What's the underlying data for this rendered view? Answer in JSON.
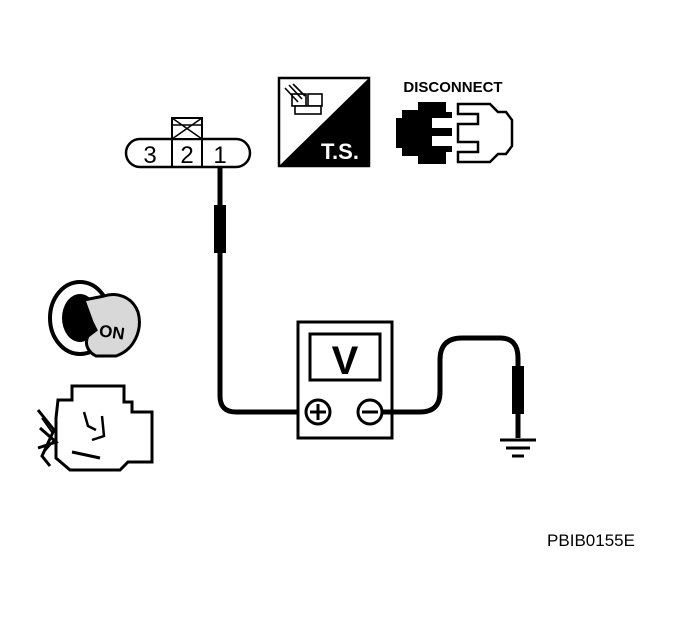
{
  "connector": {
    "pins": [
      "3",
      "2",
      "1"
    ]
  },
  "ts_icon": {
    "label": "T.S."
  },
  "disconnect_icon": {
    "label": "DISCONNECT"
  },
  "ignition": {
    "key_label": "ON"
  },
  "voltmeter": {
    "label": "V",
    "positive_symbol": "+",
    "negative_symbol": "−"
  },
  "figure_code": "PBIB0155E",
  "colors": {
    "ink": "#000000",
    "paper": "#ffffff",
    "shade": "#d8d8d8"
  }
}
